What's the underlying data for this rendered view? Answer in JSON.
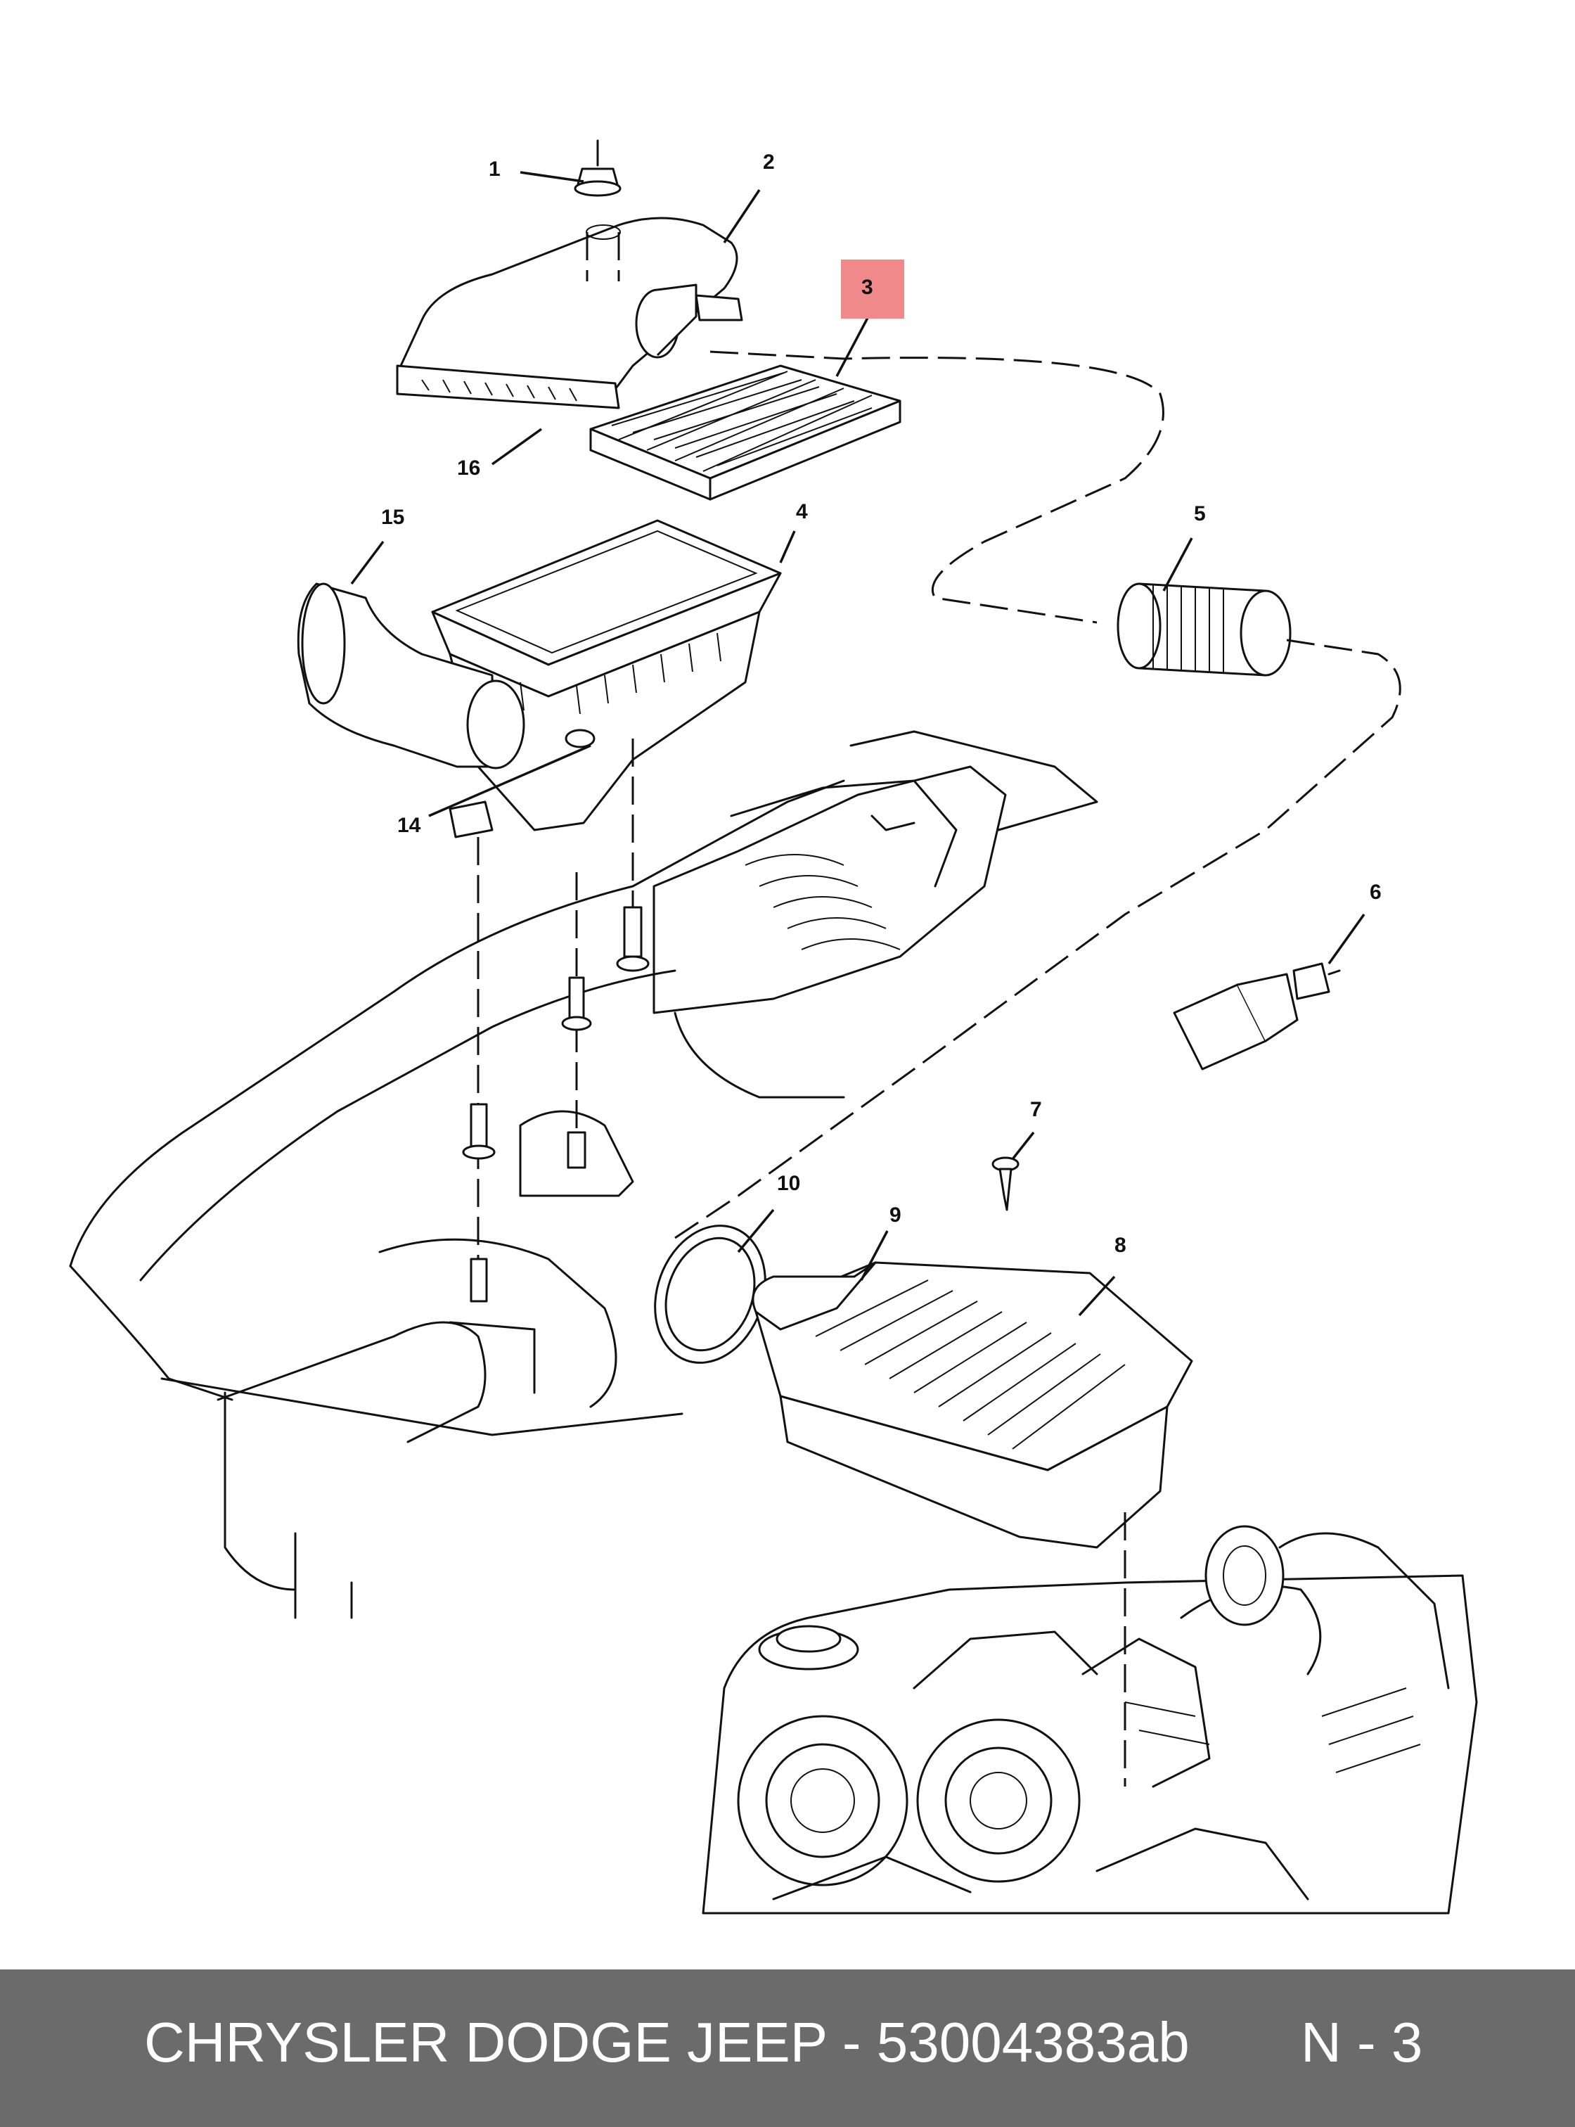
{
  "callouts": {
    "c1": "1",
    "c2": "2",
    "c3": "3",
    "c4": "4",
    "c5": "5",
    "c6": "6",
    "c7": "7",
    "c8": "8",
    "c9": "9",
    "c10": "10",
    "c14": "14",
    "c15": "15",
    "c16": "16"
  },
  "highlight_color": "#f08a8a",
  "footer": {
    "title": "CHRYSLER DODGE JEEP - 53004383ab",
    "page": "N - 3",
    "background": "#6b6b6b"
  }
}
